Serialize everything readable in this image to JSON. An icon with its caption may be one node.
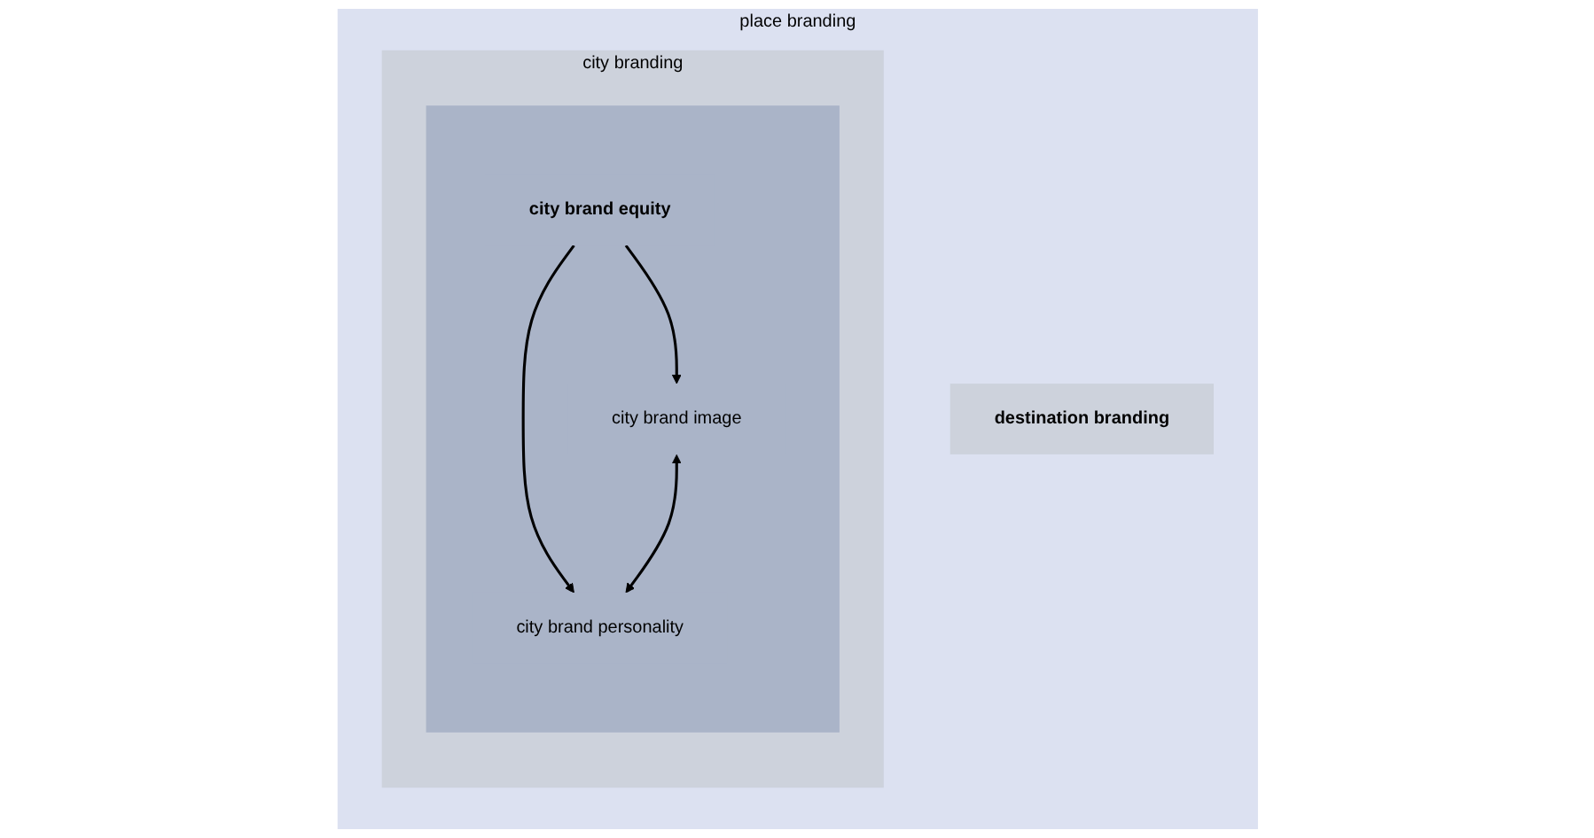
{
  "diagram": {
    "nodes": [
      {
        "text": [
          "place branding"
        ]
      },
      {
        "text": [
          "destination branding"
        ],
        "in": 0
      },
      {
        "text": [
          "city branding"
        ],
        "in": 0
      },
      {
        "text": [],
        "shape": "box",
        "in": 2
      },
      {
        "text": [
          "city brand equity"
        ],
        "in": 3
      },
      {
        "text": [
          "city brand image"
        ],
        "in": 3
      },
      {
        "text": [
          "city brand personality"
        ],
        "in": 3
      }
    ],
    "edges": [
      {
        "from": 4,
        "to": 5,
        "arrow": "to"
      },
      {
        "from": 4,
        "to": 6,
        "arrow": "to"
      },
      {
        "from": 5,
        "to": 6,
        "arrow": "both"
      }
    ]
  }
}
